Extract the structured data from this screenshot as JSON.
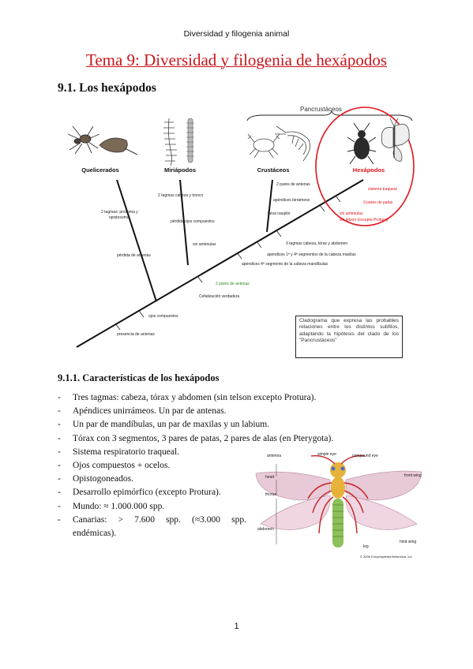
{
  "header": {
    "running_title": "Diversidad y filogenia animal"
  },
  "title": "Tema 9: Diversidad y filogenia de hexápodos",
  "section": "9.1. Los hexápodos",
  "cladogram": {
    "pancrustaceos_label": "Pancrustáceos",
    "groups": [
      "Quelicerados",
      "Miriápodos",
      "Crustáceos",
      "Hexápodos"
    ],
    "quelicerados_chars": [
      "2 tagmas: prosoma y",
      "opistosoma",
      "pérdida de antenas"
    ],
    "miriapodos_chars": [
      "2 tagmas cabeza y tronco",
      "pérdida ojos compuestos",
      "sin antenulas"
    ],
    "crustaceos_chars": [
      "2 pares de antenas",
      "apéndices birrámeos",
      "larva nauplio"
    ],
    "hexapodos_chars": [
      "sistema traqueal",
      "3 pares de patas",
      "sin antenulas",
      "sin telson (excepto Protura)"
    ],
    "mandibulata_chars": [
      "3 tagmas cabeza, tórax y abdomen",
      "apéndices 1ª y 4ª segmentos de la cabeza maxilas",
      "apéndices 4ª segmento de la cabeza mandíbulas"
    ],
    "basal_chars": [
      "2 pares de antenas",
      "Cefalización verdadera",
      "ojos compuestos",
      "presencia de antenas"
    ],
    "caption": "Cladograma que expresa las probables relaciones entre los distintos subfilos, adaptando la hipótesis del clado de los \"Pancrustáceos\""
  },
  "subsection": "9.1.1. Características de los hexápodos",
  "bullets": [
    "Tres tagmas: cabeza, tórax y abdomen (sin telson excepto Protura).",
    "Apéndices unirrámeos. Un par de antenas.",
    "Un par de mandíbulas, un par de maxilas y un labium.",
    "Tórax con 3 segmentos, 3 pares de patas, 2 pares de alas (en Pterygota).",
    "Sistema respiratorio traqueal.",
    "Ojos compuestos + ocelos.",
    "Opistogoneados.",
    "Desarrollo epimórfico (excepto Protura).",
    "Mundo: ≈ 1.000.000 spp.",
    "Canarias: > 7.600 spp. (≈3.000 spp. endémicas)."
  ],
  "insect_figure": {
    "labels": [
      "antenna",
      "simple eye",
      "compound eye",
      "head",
      "thorax",
      "front wing",
      "abdomen",
      "hind wing",
      "leg"
    ],
    "credit": "© 2006 Encyclopædia Britannica, Inc."
  },
  "page_number": "1",
  "colors": {
    "title_red": "#c8151b",
    "highlight_red": "#e0141b",
    "green_label": "#2e8b1e"
  }
}
